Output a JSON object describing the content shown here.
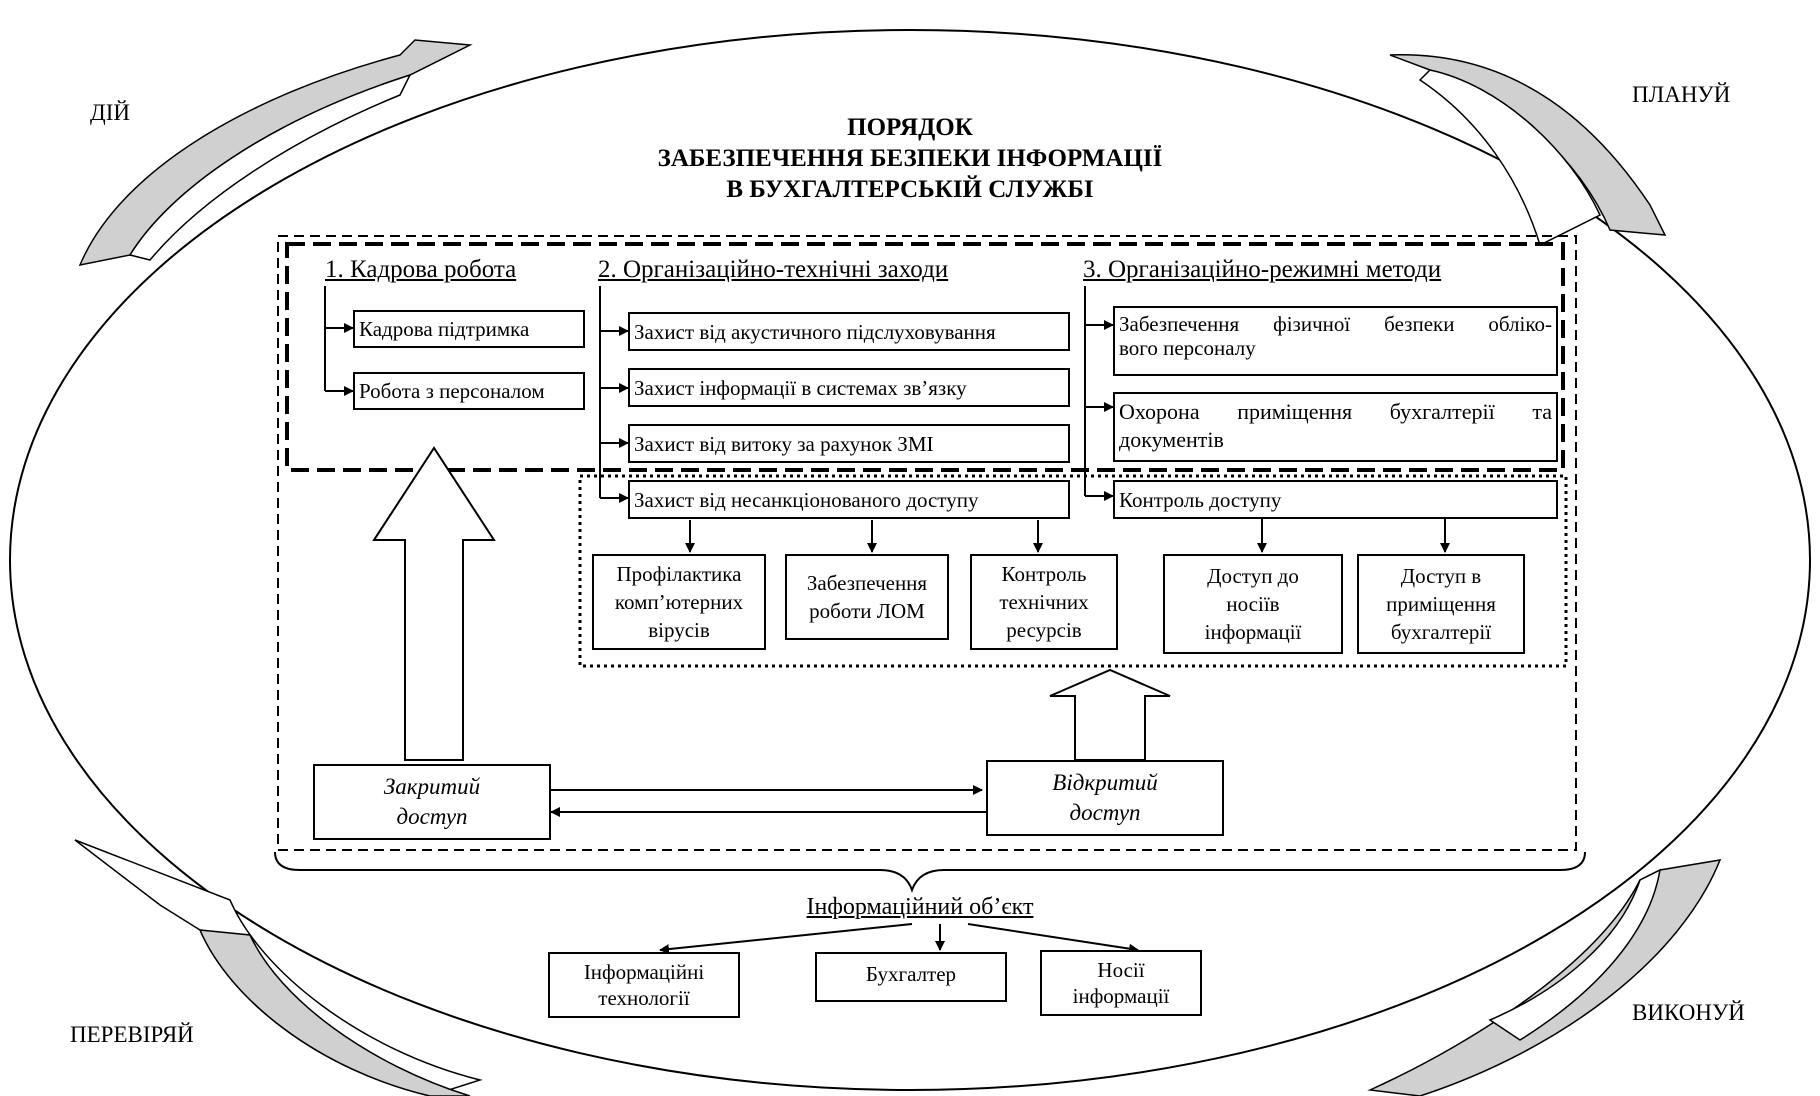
{
  "cycle": {
    "act": "ДІЙ",
    "plan": "ПЛАНУЙ",
    "check": "ПЕРЕВІРЯЙ",
    "do": "ВИКОНУЙ"
  },
  "title": {
    "line1": "ПОРЯДОК",
    "line2": "ЗАБЕЗПЕЧЕННЯ БЕЗПЕКИ ІНФОРМАЦІЇ",
    "line3": "В БУХГАЛТЕРСЬКІЙ СЛУЖБІ"
  },
  "section1": {
    "heading": "1. Кадрова робота",
    "items": [
      "Кадрова підтримка",
      "Робота з персоналом"
    ]
  },
  "section2": {
    "heading": "2. Організаційно-технічні заходи",
    "items": [
      "Захист від акустичного підслуховування",
      "Захист інформації в системах зв’язку",
      "Захист від витоку за рахунок ЗМІ",
      "Захист від несанкціонованого доступу"
    ],
    "subitems": [
      "Профілактика\nкомп’ютерних\nвірусів",
      "Забезпечення\nроботи ЛОМ",
      "Контроль\nтехнічних\nресурсів"
    ]
  },
  "section3": {
    "heading": "3. Організаційно-режимні методи",
    "items": [
      "Забезпечення фізичної безпеки облікового персоналу",
      "Охорона приміщення бухгалтерії та документів",
      "Контроль доступу"
    ],
    "item1_line1": "Забезпечення фізичної безпеки обліко-",
    "item1_line2": "вого персоналу",
    "item2_line1": "Охорона приміщення бухгалтерії та",
    "item2_line2": "документів",
    "subitems": [
      "Доступ до\nносіїв\nінформації",
      "Доступ в\nприміщення\nбухгалтерії"
    ]
  },
  "access": {
    "closed": "Закритий\nдоступ",
    "open": "Відкритий\nдоступ"
  },
  "info_object": {
    "label": "Інформаційний об’єкт",
    "items": [
      "Інформаційні\nтехнології",
      "Бухгалтер",
      "Носії\nінформації"
    ]
  }
}
